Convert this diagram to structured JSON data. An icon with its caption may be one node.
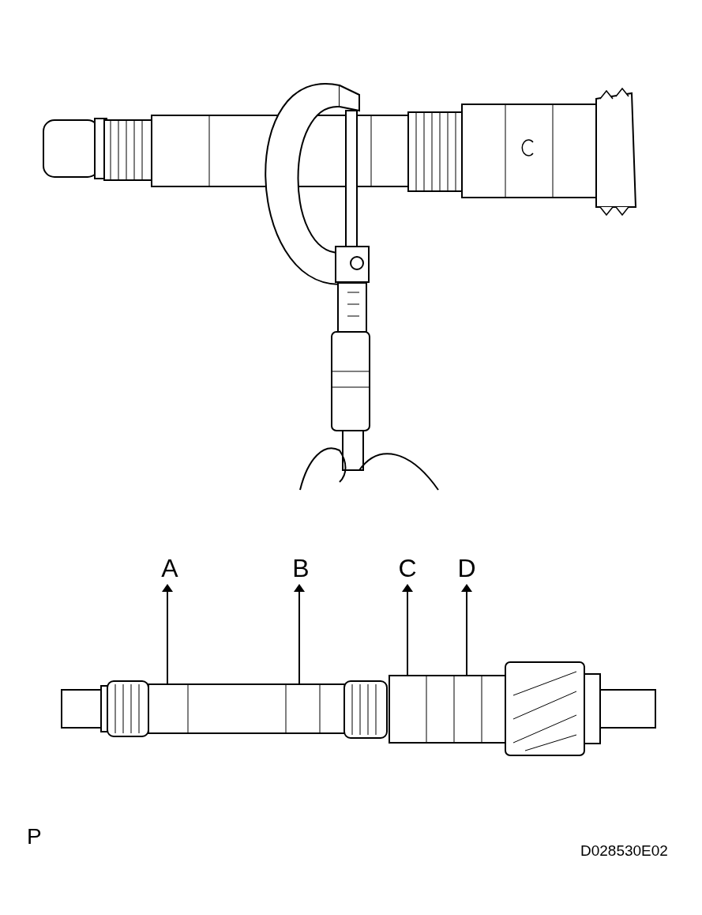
{
  "diagram": {
    "nodes": [
      {
        "text": [
          "A"
        ]
      },
      {
        "text": [
          "B"
        ]
      },
      {
        "text": [
          "C"
        ]
      },
      {
        "text": [
          "D"
        ]
      }
    ],
    "edges": [
      {
        "from": null,
        "to": 0,
        "arrow": "to"
      },
      {
        "from": null,
        "to": 1,
        "arrow": "to"
      },
      {
        "from": null,
        "to": 2,
        "arrow": "to"
      },
      {
        "from": null,
        "to": 3,
        "arrow": "to"
      }
    ],
    "labels": [
      "P",
      "D028530E02"
    ]
  }
}
